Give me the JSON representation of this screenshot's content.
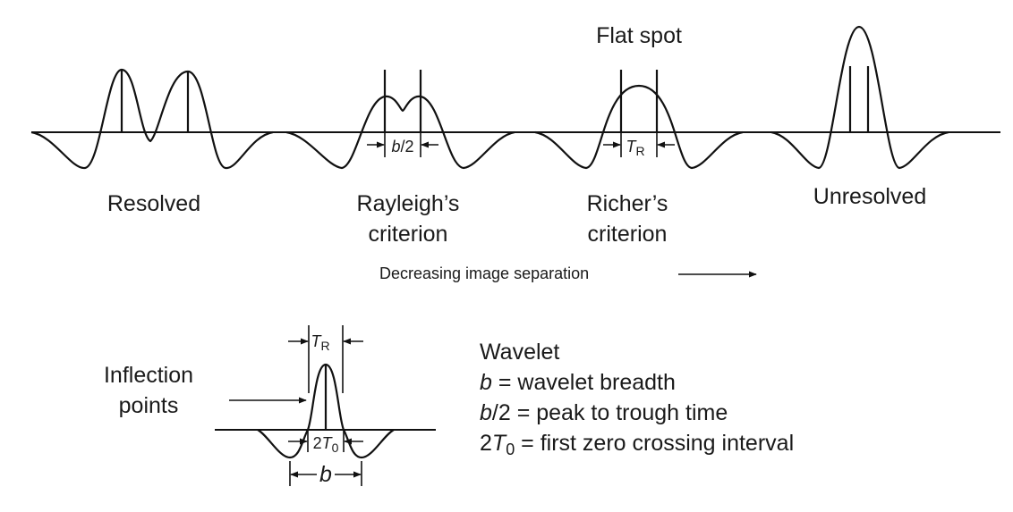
{
  "top": {
    "flat_spot": "Flat spot",
    "resolved": "Resolved",
    "rayleigh_1": "Rayleigh’s",
    "rayleigh_2": "criterion",
    "richer_1": "Richer’s",
    "richer_2": "criterion",
    "unresolved": "Unresolved",
    "b_half_b": "b",
    "b_half_rest": "/2",
    "tr_t": "T",
    "tr_sub": "R",
    "decreasing": "Decreasing image separation"
  },
  "bottom": {
    "tr_t": "T",
    "tr_sub": "R",
    "inflection_1": "Inflection",
    "inflection_2": "points",
    "two_t0_2": "2",
    "two_t0_t": "T",
    "two_t0_sub": "0",
    "b": "b"
  },
  "legend": {
    "title": "Wavelet",
    "line1_var": "b",
    "line1_rest": " = wavelet breadth",
    "line2_var": "b",
    "line2_rest": "/2 = peak to trough time",
    "line3_pre": "2",
    "line3_var": "T",
    "line3_sub": "0",
    "line3_rest": " = first zero crossing interval"
  }
}
